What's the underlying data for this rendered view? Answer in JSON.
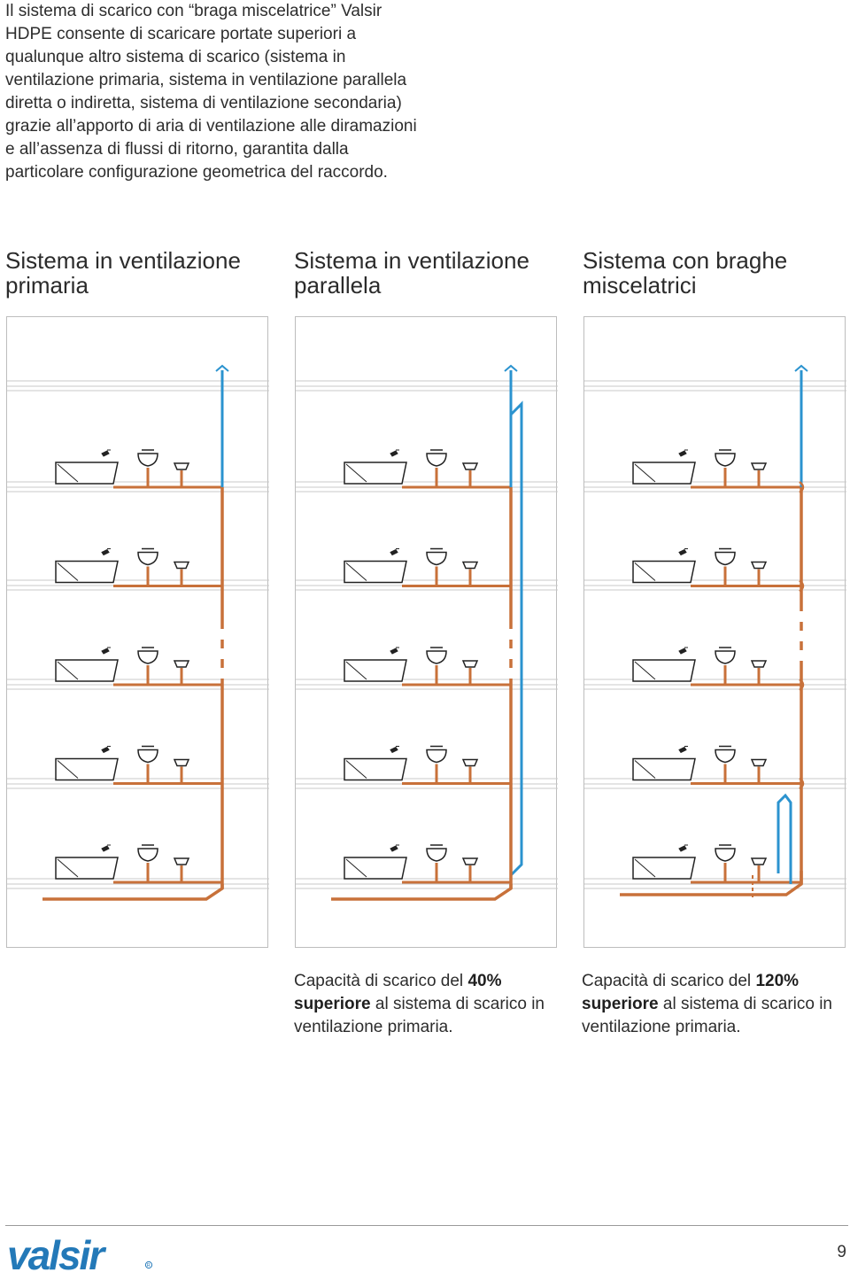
{
  "intro_text": "Il sistema di scarico con “braga miscelatrice” Valsir HDPE consente di scaricare portate superiori a qualunque altro sistema di scarico (sistema in ventilazione primaria, sistema in ventilazione parallela diretta o indiretta, sistema di ventilazione secondaria) grazie all’apporto di aria di ventilazione alle diramazioni e all’assenza di flussi di ritorno, garantita dalla particolare configurazione geometrica del raccordo.",
  "columns": [
    {
      "title": "Sistema in ventilazione primaria",
      "caption": null
    },
    {
      "title": "Sistema in ventilazione parallela",
      "caption": {
        "pre": "Capacità di scarico del ",
        "bold": "40% superiore",
        "post": " al sistema di scarico in ventilazione primaria."
      }
    },
    {
      "title": "Sistema con braghe miscelatrici",
      "caption": {
        "pre": "Capacità di scarico del ",
        "bold": "120% superiore",
        "post": " al sistema di scarico in ventilazione primaria."
      }
    }
  ],
  "colors": {
    "drain_pipe": "#c8713a",
    "vent_pipe": "#2b93cf",
    "floor_lines": "#c9c9c9",
    "logo_blue": "#2379b8"
  },
  "floors_per_building": 5,
  "fixtures": [
    "bathtub-icon",
    "washbasin-icon",
    "toilet-icon"
  ],
  "footer": {
    "brand": "valsir",
    "page_number": "9"
  }
}
